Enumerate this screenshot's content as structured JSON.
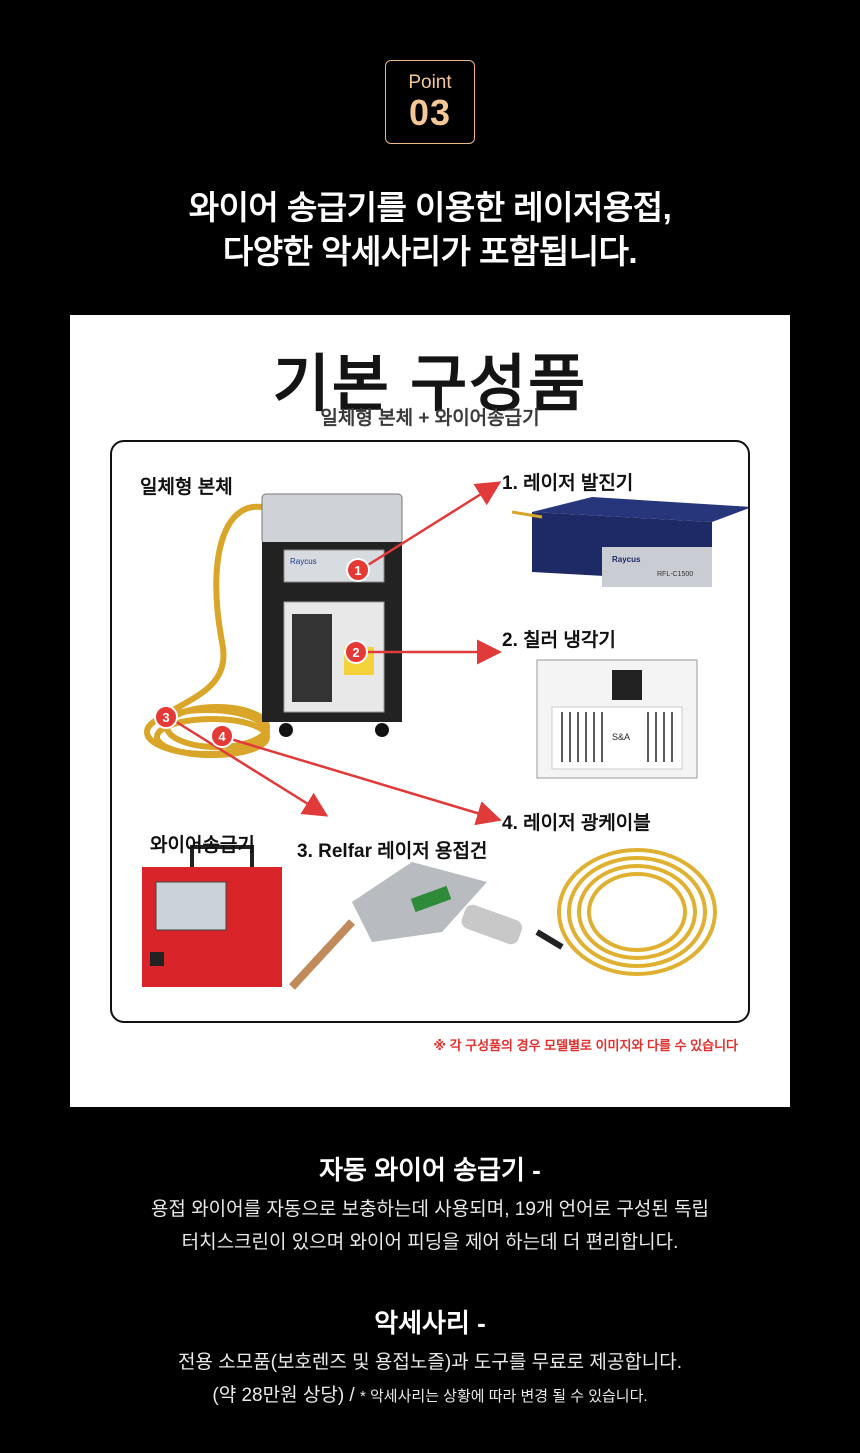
{
  "badge": {
    "label": "Point",
    "number": "03"
  },
  "headline": {
    "line1": "와이어 송급기를 이용한 레이저용접,",
    "line2": "다양한 악세사리가 포함됩니다."
  },
  "panel": {
    "title": "기본 구성품",
    "subtitle": "일체형 본체 + 와이어송급기",
    "labels": {
      "main_unit": "일체형 본체",
      "laser_source": "1. 레이저 발진기",
      "chiller": "2. 칠러 냉각기",
      "wire_feeder": "와이어송급기",
      "welding_gun": "3. Relfar 레이저 용접건",
      "laser_cable": "4. 레이저 광케이블"
    },
    "markers": [
      "1",
      "2",
      "3",
      "4"
    ],
    "device_text": {
      "raycus": "Raycus",
      "model": "RFL-C1500",
      "chiller_brand": "S&A"
    },
    "footnote": "※ 각 구성품의 경우 모델별로 이미지와 다를 수  있습니다"
  },
  "sections": [
    {
      "title": "자동 와이어 송급기 -",
      "line1": "용접 와이어를 자동으로 보충하는데 사용되며, 19개 언어로 구성된 독립",
      "line2": "터치스크린이 있으며 와이어 피딩을 제어 하는데 더 편리합니다."
    },
    {
      "title": "악세사리 -",
      "line1": "전용 소모품(보호렌즈 및 용접노즐)과 도구를 무료로 제공합니다.",
      "line2_main": "(약 28만원 상당) / ",
      "line2_note": " * 악세사리는 상황에 따라 변경 될 수 있습니다."
    }
  ],
  "colors": {
    "badge": "#f5c696",
    "arrow": "#e03a3a",
    "marker": "#e53935",
    "cable": "#e0b030"
  }
}
